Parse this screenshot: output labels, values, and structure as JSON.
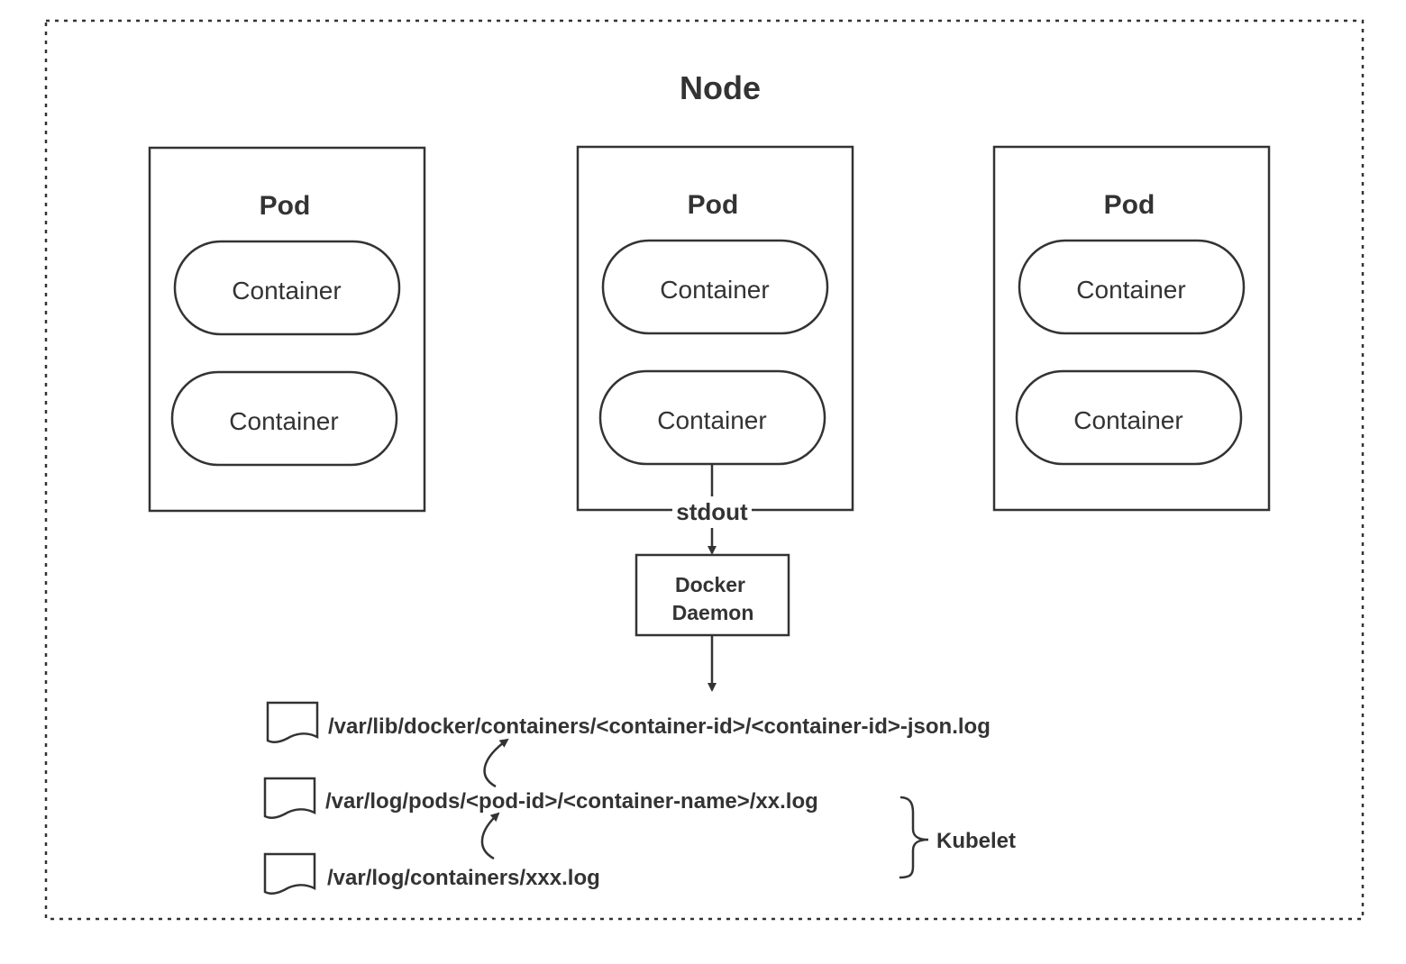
{
  "node": {
    "label": "Node"
  },
  "pods": [
    {
      "label": "Pod",
      "containers": [
        "Container",
        "Container"
      ]
    },
    {
      "label": "Pod",
      "containers": [
        "Container",
        "Container"
      ]
    },
    {
      "label": "Pod",
      "containers": [
        "Container",
        "Container"
      ]
    }
  ],
  "stdout_label": "stdout",
  "docker_daemon": {
    "line1": "Docker",
    "line2": "Daemon"
  },
  "log_files": [
    {
      "path": "/var/lib/docker/containers/<container-id>/<container-id>-json.log",
      "icon": "document-icon"
    },
    {
      "path": "/var/log/pods/<pod-id>/<container-name>/xx.log",
      "icon": "document-icon"
    },
    {
      "path": "/var/log/containers/xxx.log",
      "icon": "document-icon"
    }
  ],
  "kubelet_label": "Kubelet",
  "colors": {
    "stroke": "#333333",
    "text": "#333333",
    "background": "#ffffff"
  }
}
